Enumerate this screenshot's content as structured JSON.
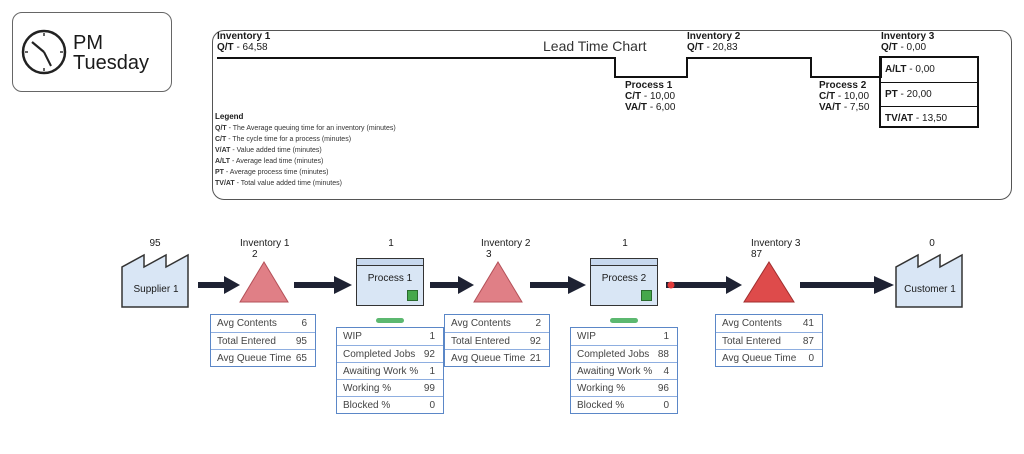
{
  "clock": {
    "ampm": "PM",
    "day": "Tuesday"
  },
  "lead_time_chart": {
    "title": "Lead Time Chart",
    "inventory1": {
      "name": "Inventory 1",
      "qt_label": "Q/T",
      "qt_value": " - 64,58"
    },
    "inventory2": {
      "name": "Inventory 2",
      "qt_label": "Q/T",
      "qt_value": " - 20,83"
    },
    "inventory3": {
      "name": "Inventory 3",
      "qt_label": "Q/T",
      "qt_value": " - 0,00"
    },
    "process1": {
      "name": "Process 1",
      "ct_label": "C/T",
      "ct_value": " - 10,00",
      "vat_label": "VA/T",
      "vat_value": " - 6,00"
    },
    "process2": {
      "name": "Process 2",
      "ct_label": "C/T",
      "ct_value": " - 10,00",
      "vat_label": "VA/T",
      "vat_value": " - 7,50"
    },
    "summary": [
      {
        "label": "A/LT",
        "value": " - 0,00"
      },
      {
        "label": "PT",
        "value": " - 20,00"
      },
      {
        "label": "TV/AT",
        "value": " - 13,50"
      }
    ],
    "legend": {
      "title": "Legend",
      "rows": [
        {
          "abbr": "Q/T",
          "text": " - The Average queuing time for an inventory (minutes)"
        },
        {
          "abbr": "C/T",
          "text": " - The cycle time for a process (minutes)"
        },
        {
          "abbr": "V/AT",
          "text": " - Value added time (minutes)"
        },
        {
          "abbr": "A/LT",
          "text": " - Average lead time (minutes)"
        },
        {
          "abbr": "PT",
          "text": " - Average process time (minutes)"
        },
        {
          "abbr": "TV/AT",
          "text": " - Total value added time (minutes)"
        }
      ]
    }
  },
  "flow": {
    "supplier": {
      "label": "Supplier 1",
      "count": "95"
    },
    "customer": {
      "label": "Customer 1",
      "count": "0"
    },
    "inventory1": {
      "label": "Inventory 1",
      "count": "2",
      "stats": [
        {
          "k": "Avg Contents",
          "v": "6"
        },
        {
          "k": "Total Entered",
          "v": "95"
        },
        {
          "k": "Avg Queue Time",
          "v": "65"
        }
      ]
    },
    "inventory2": {
      "label": "Inventory 2",
      "count": "3",
      "stats": [
        {
          "k": "Avg Contents",
          "v": "2"
        },
        {
          "k": "Total Entered",
          "v": "92"
        },
        {
          "k": "Avg Queue Time",
          "v": "21"
        }
      ]
    },
    "inventory3": {
      "label": "Inventory 3",
      "count": "87",
      "stats": [
        {
          "k": "Avg Contents",
          "v": "41"
        },
        {
          "k": "Total Entered",
          "v": "87"
        },
        {
          "k": "Avg Queue Time",
          "v": "0"
        }
      ]
    },
    "process1": {
      "label": "Process 1",
      "count": "1",
      "stats": [
        {
          "k": "WIP",
          "v": "1"
        },
        {
          "k": "Completed Jobs",
          "v": "92"
        },
        {
          "k": "Awaiting Work %",
          "v": "1"
        },
        {
          "k": "Working %",
          "v": "99"
        },
        {
          "k": "Blocked %",
          "v": "0"
        }
      ]
    },
    "process2": {
      "label": "Process 2",
      "count": "1",
      "stats": [
        {
          "k": "WIP",
          "v": "1"
        },
        {
          "k": "Completed Jobs",
          "v": "88"
        },
        {
          "k": "Awaiting Work %",
          "v": "4"
        },
        {
          "k": "Working %",
          "v": "96"
        },
        {
          "k": "Blocked %",
          "v": "0"
        }
      ]
    }
  },
  "colors": {
    "inventory_light": "#e07f86",
    "inventory_dark": "#de4b4b",
    "station_fill": "#d9e6f5",
    "arrow": "#1e2233",
    "stats_border": "#5b87c7",
    "status_green": "#46a84c"
  }
}
